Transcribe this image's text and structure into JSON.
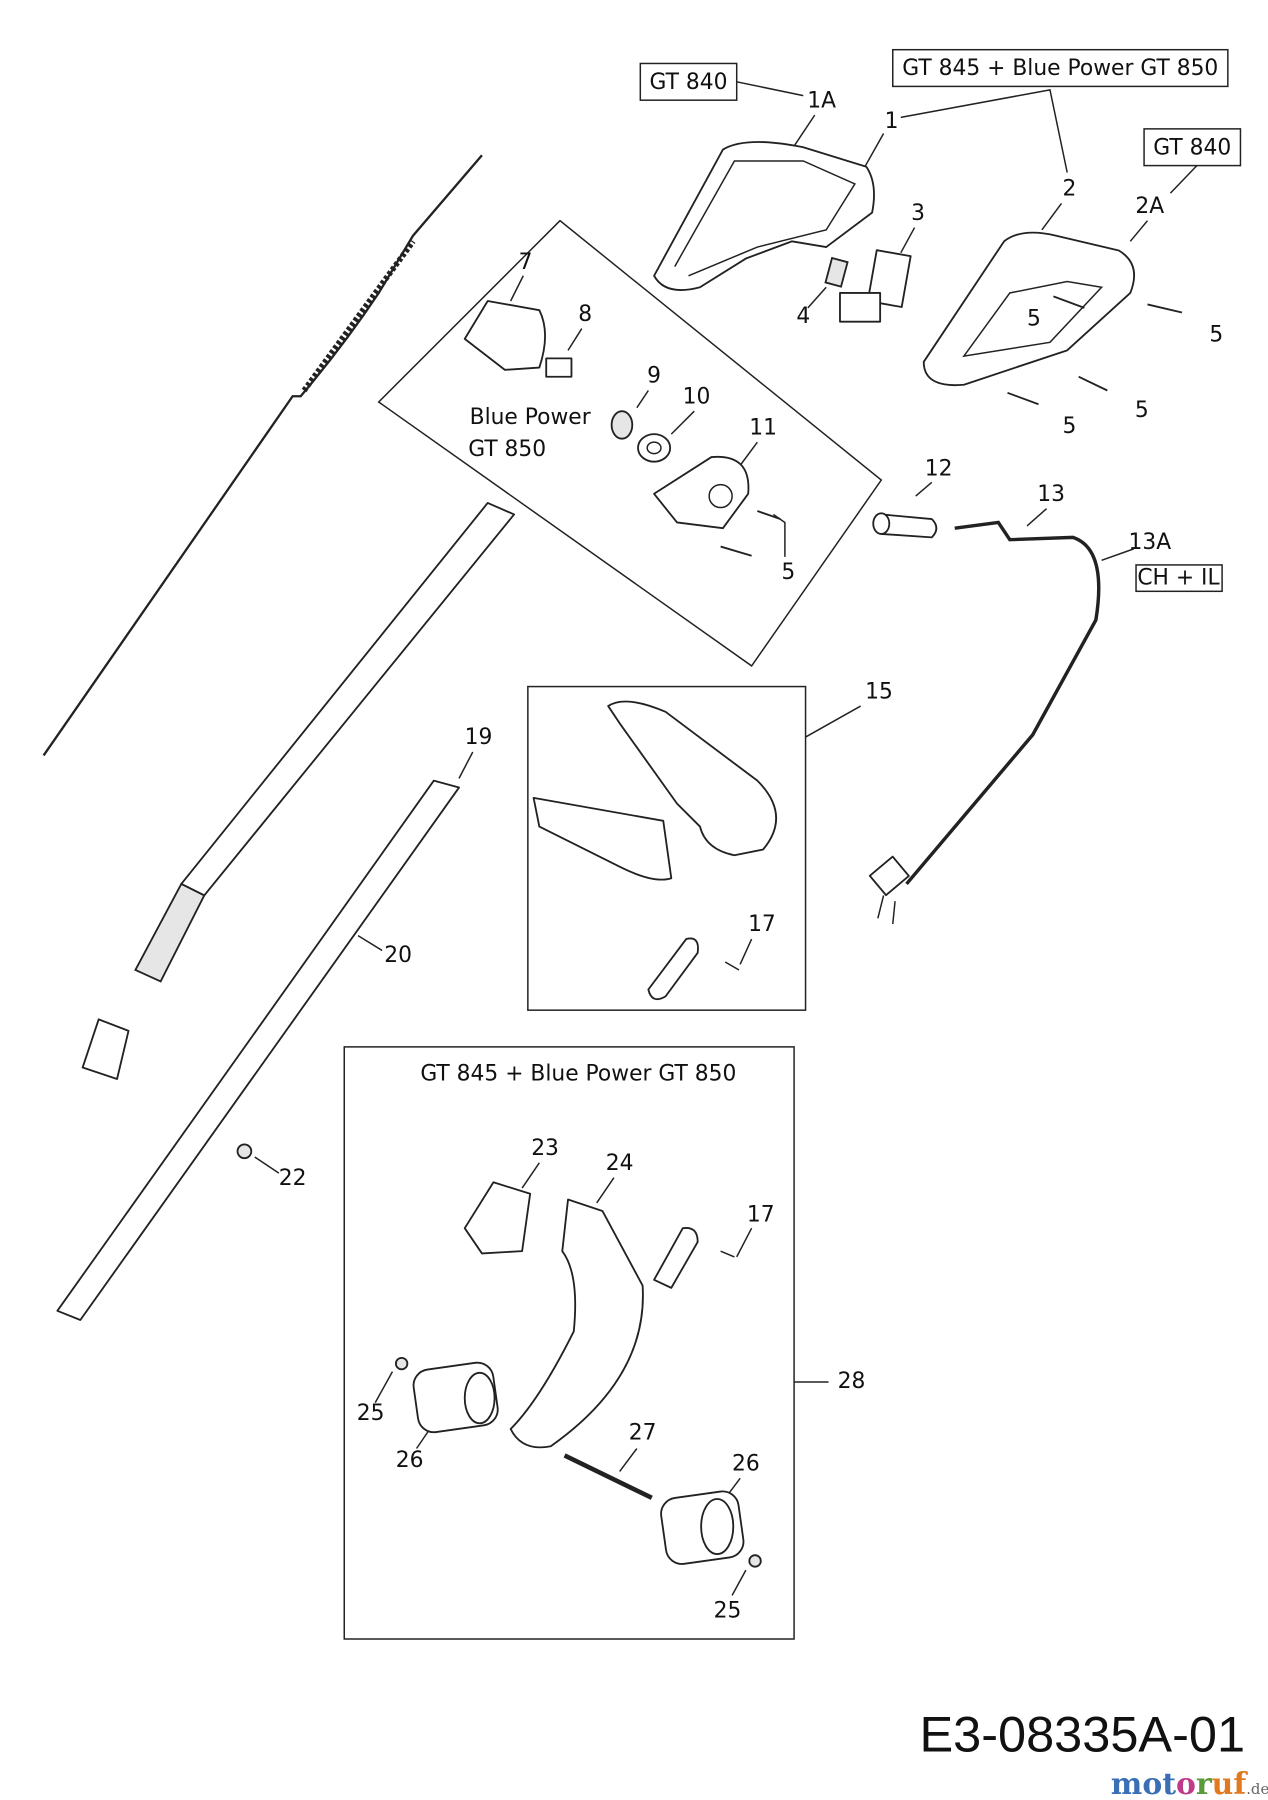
{
  "model_boxes": {
    "gt840_top": "GT 840",
    "gt845_850_top": "GT 845 + Blue Power GT 850",
    "gt840_right": "GT 840",
    "ch_il": "CH + IL",
    "group_bluepower_line1": "Blue Power",
    "group_bluepower_line2": "GT 850",
    "group_28_title": "GT 845 + Blue Power GT 850"
  },
  "part_labels": {
    "p1A": "1A",
    "p1": "1",
    "p2": "2",
    "p2A": "2A",
    "p3": "3",
    "p4": "4",
    "p5a": "5",
    "p5b": "5",
    "p5c": "5",
    "p5d": "5",
    "p5e": "5",
    "p7": "7",
    "p8": "8",
    "p9": "9",
    "p10": "10",
    "p11": "11",
    "p12": "12",
    "p13": "13",
    "p13A": "13A",
    "p15": "15",
    "p17a": "17",
    "p17b": "17",
    "p19": "19",
    "p20": "20",
    "p22": "22",
    "p23": "23",
    "p24": "24",
    "p25a": "25",
    "p25b": "25",
    "p26a": "26",
    "p26b": "26",
    "p27": "27",
    "p28": "28"
  },
  "drawing_code": "E3-08335A-01",
  "watermark": "motoruf.de"
}
